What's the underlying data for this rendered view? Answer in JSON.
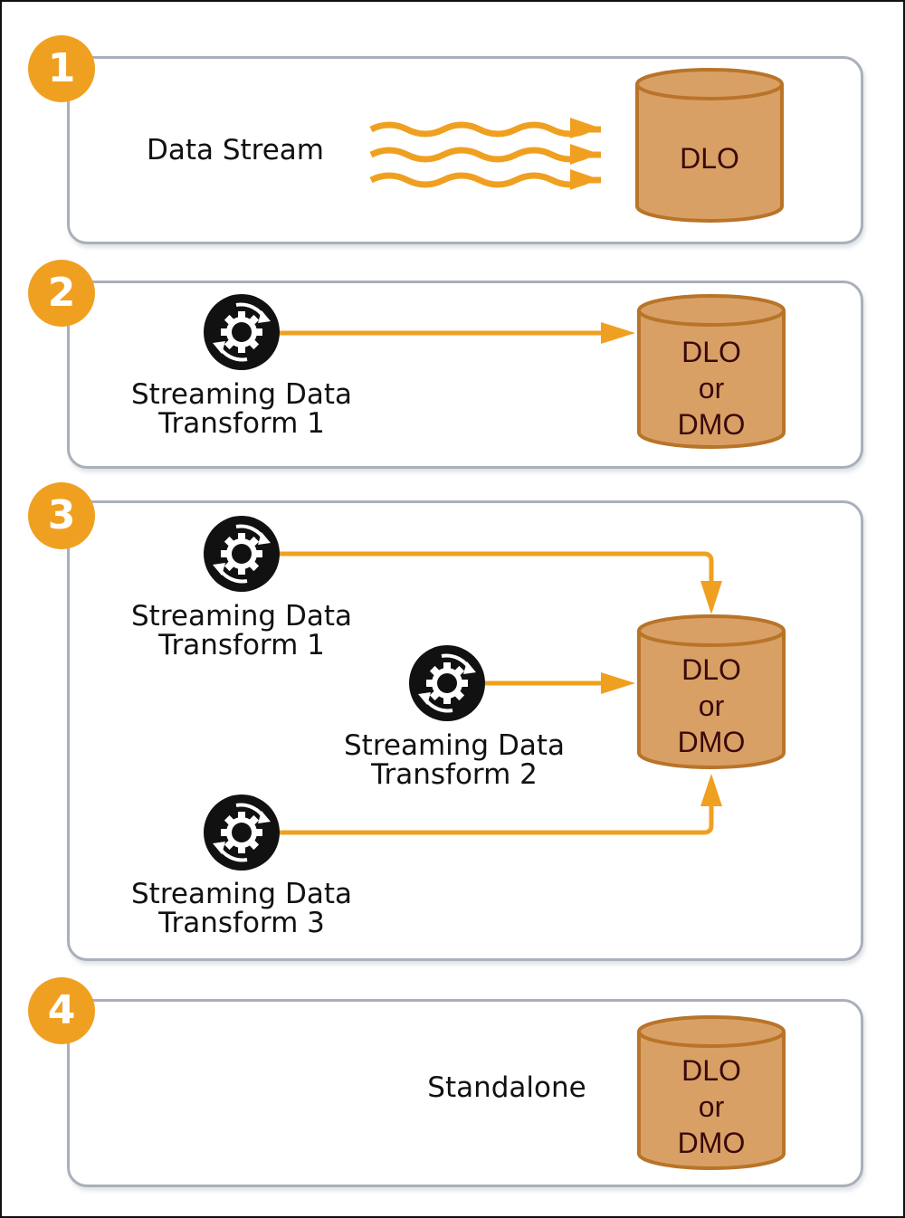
{
  "colors": {
    "accent": "#f0a020",
    "panel_border": "#a9b0bb",
    "cylinder_fill": "#d9a066",
    "cylinder_stroke": "#b87428",
    "cylinder_text": "#3a0a0a",
    "icon": "#111111"
  },
  "panels": [
    {
      "number": "1",
      "source_label": "Data Stream",
      "connector": "wavy-stream-arrows",
      "target": [
        "DLO"
      ]
    },
    {
      "number": "2",
      "sources": [
        {
          "line1": "Streaming Data",
          "line2": "Transform 1",
          "icon": "streaming-transform-gear-icon"
        }
      ],
      "connector": "arrow",
      "target": [
        "DLO",
        "or",
        "DMO"
      ]
    },
    {
      "number": "3",
      "sources": [
        {
          "line1": "Streaming Data",
          "line2": "Transform 1",
          "icon": "streaming-transform-gear-icon"
        },
        {
          "line1": "Streaming Data",
          "line2": "Transform 2",
          "icon": "streaming-transform-gear-icon"
        },
        {
          "line1": "Streaming Data",
          "line2": "Transform 3",
          "icon": "streaming-transform-gear-icon"
        }
      ],
      "connector": "arrows",
      "target": [
        "DLO",
        "or",
        "DMO"
      ]
    },
    {
      "number": "4",
      "source_label": "Standalone",
      "target": [
        "DLO",
        "or",
        "DMO"
      ]
    }
  ]
}
